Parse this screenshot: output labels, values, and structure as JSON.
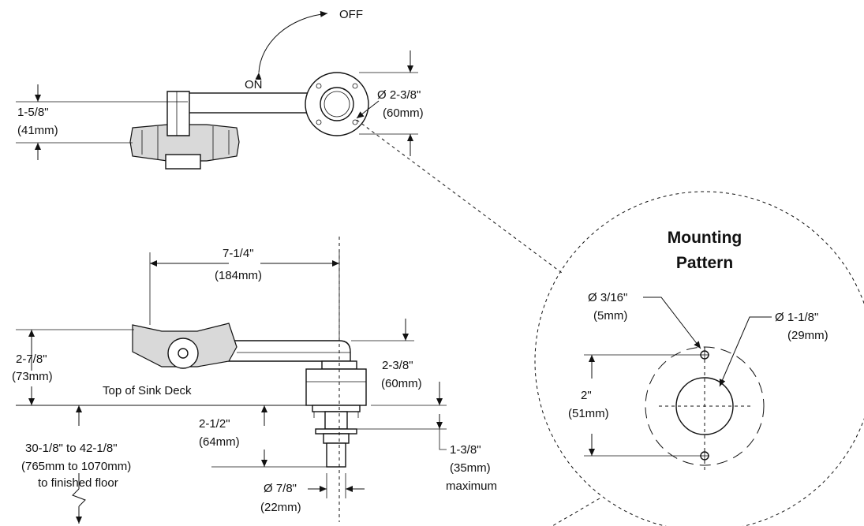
{
  "top_view": {
    "off_label": "OFF",
    "on_label": "ON",
    "height_dim": "1-5/8\"",
    "height_dim_mm": "(41mm)",
    "flange_dia": "Ø 2-3/8\"",
    "flange_dia_mm": "(60mm)"
  },
  "side_view": {
    "length_dim": "7-1/4\"",
    "length_dim_mm": "(184mm)",
    "handle_height": "2-7/8\"",
    "handle_height_mm": "(73mm)",
    "sink_deck": "Top of Sink Deck",
    "flange_height": "2-3/8\"",
    "flange_height_mm": "(60mm)",
    "shank_length": "2-1/2\"",
    "shank_length_mm": "(64mm)",
    "floor_dim": "30-1/8\" to 42-1/8\"",
    "floor_dim_mm": "(765mm to 1070mm)",
    "floor_note": "to finished floor",
    "deck_thickness": "1-3/8\"",
    "deck_thickness_mm": "(35mm)",
    "deck_thickness_note": "maximum",
    "shank_dia": "Ø 7/8\"",
    "shank_dia_mm": "(22mm)"
  },
  "mounting": {
    "title_line1": "Mounting",
    "title_line2": "Pattern",
    "hole_dia": "Ø 3/16\"",
    "hole_dia_mm": "(5mm)",
    "center_dia": "Ø 1-1/8\"",
    "center_dia_mm": "(29mm)",
    "spacing": "2\"",
    "spacing_mm": "(51mm)"
  }
}
